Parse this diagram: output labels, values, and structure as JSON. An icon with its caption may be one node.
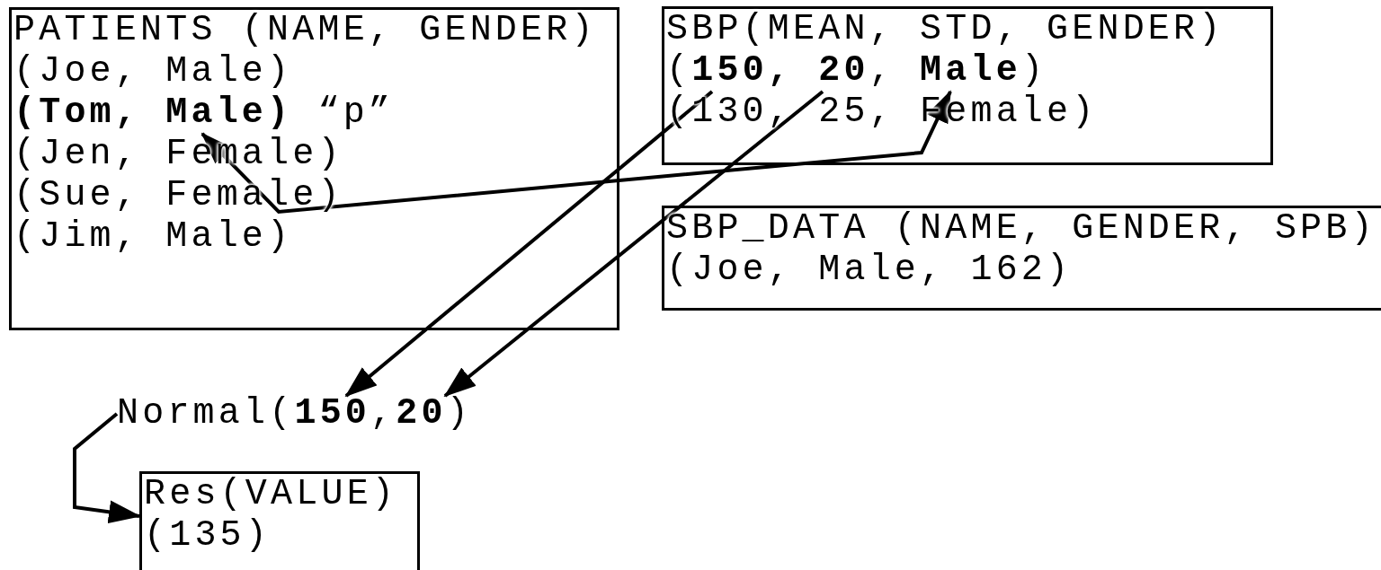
{
  "diagram": {
    "nodes": [
      {
        "text": [
          "PATIENTS (NAME, GENDER)"
        ]
      },
      {
        "text": [
          "(Joe, Male)"
        ],
        "in": 0
      },
      {
        "text": [
          "**(Tom, Male)** “p”"
        ],
        "in": 0
      },
      {
        "text": [
          "(Jen, Female)"
        ],
        "in": 0
      },
      {
        "text": [
          "(Sue, Female)"
        ],
        "in": 0
      },
      {
        "text": [
          "(Jim, Male)"
        ],
        "in": 0
      },
      {
        "text": [
          "SBP(MEAN, STD, GENDER)"
        ]
      },
      {
        "text": [
          "(**150, 20**, **Male**)"
        ],
        "in": 6
      },
      {
        "text": [
          "(130, 25, Female)"
        ],
        "in": 6
      },
      {
        "text": [
          "SBP_DATA (NAME, GENDER, SPB)"
        ]
      },
      {
        "text": [
          "(Joe, Male, 162)"
        ],
        "in": 9
      },
      {
        "text": [
          "Normal(**150**,**20**)"
        ]
      },
      {
        "text": [
          "Res(VALUE)"
        ]
      },
      {
        "text": [
          "(135)"
        ],
        "in": 12
      }
    ],
    "edges": [
      {
        "from": 2,
        "to": 7,
        "arrow": "both"
      },
      {
        "from": 7,
        "to": 11,
        "arrow": "to"
      },
      {
        "from": 7,
        "to": 11,
        "arrow": "to"
      },
      {
        "from": 11,
        "to": 12,
        "arrow": "to"
      }
    ]
  }
}
